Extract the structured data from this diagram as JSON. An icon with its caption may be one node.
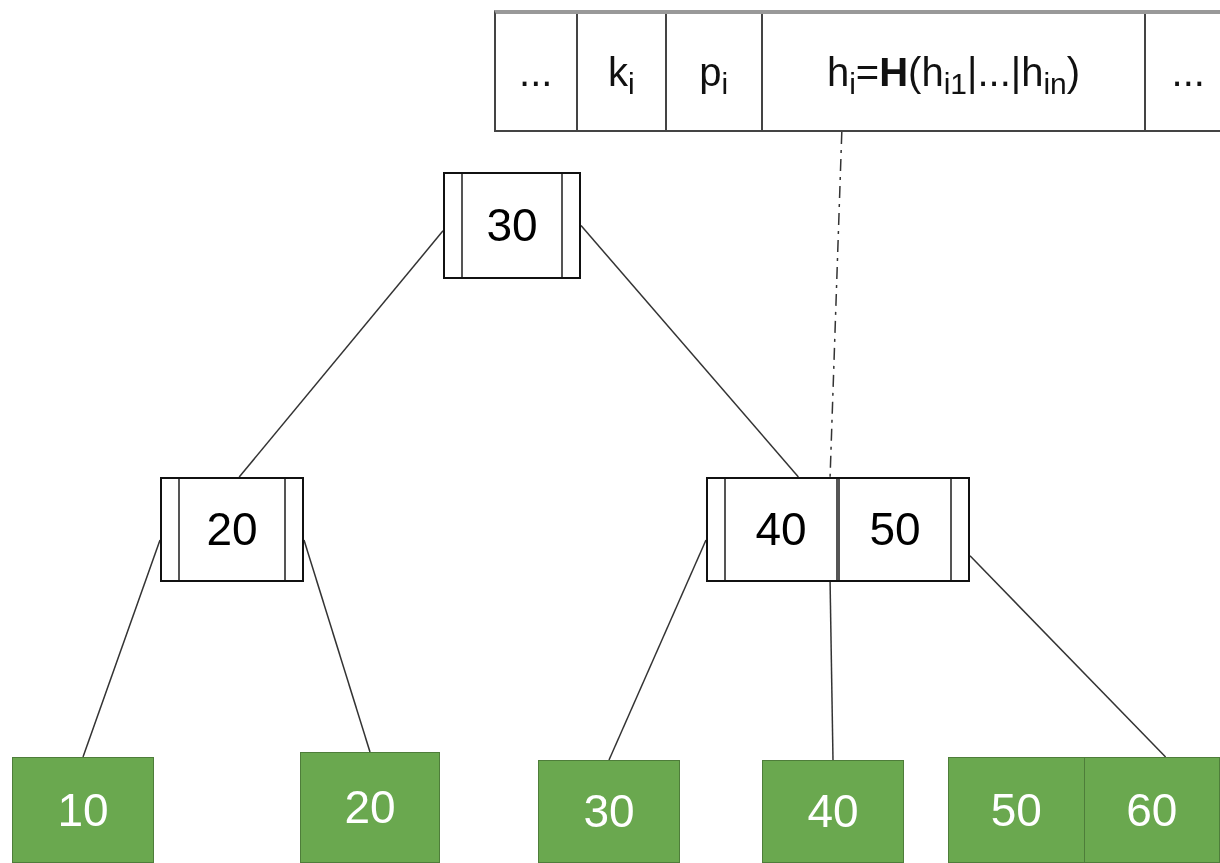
{
  "diagram": {
    "nodes": [
      {
        "text": [
          "...",
          "k$_{i}$",
          "p$_{i}$",
          "h$_{i}$=**H**(h$_{i1}$|...|h$_{in}$)",
          "..."
        ]
      },
      {
        "text": [
          "30"
        ]
      },
      {
        "text": [
          "20"
        ]
      },
      {
        "text": [
          "40",
          "50"
        ]
      },
      {
        "text": [
          "10"
        ]
      },
      {
        "text": [
          "20"
        ]
      },
      {
        "text": [
          "30"
        ]
      },
      {
        "text": [
          "40"
        ]
      },
      {
        "text": [
          "50",
          "60"
        ]
      }
    ],
    "edges": [
      {
        "from": 1,
        "to": 2,
        "arrow": "none"
      },
      {
        "from": 1,
        "to": 3,
        "arrow": "none"
      },
      {
        "from": 2,
        "to": 4,
        "arrow": "none"
      },
      {
        "from": 2,
        "to": 5,
        "arrow": "none"
      },
      {
        "from": 3,
        "to": 6,
        "arrow": "none"
      },
      {
        "from": 3,
        "to": 7,
        "arrow": "none"
      },
      {
        "from": 3,
        "to": 8,
        "arrow": "none"
      },
      {
        "from": 0,
        "to": 3,
        "arrow": "none",
        "style": "dashed"
      }
    ]
  }
}
